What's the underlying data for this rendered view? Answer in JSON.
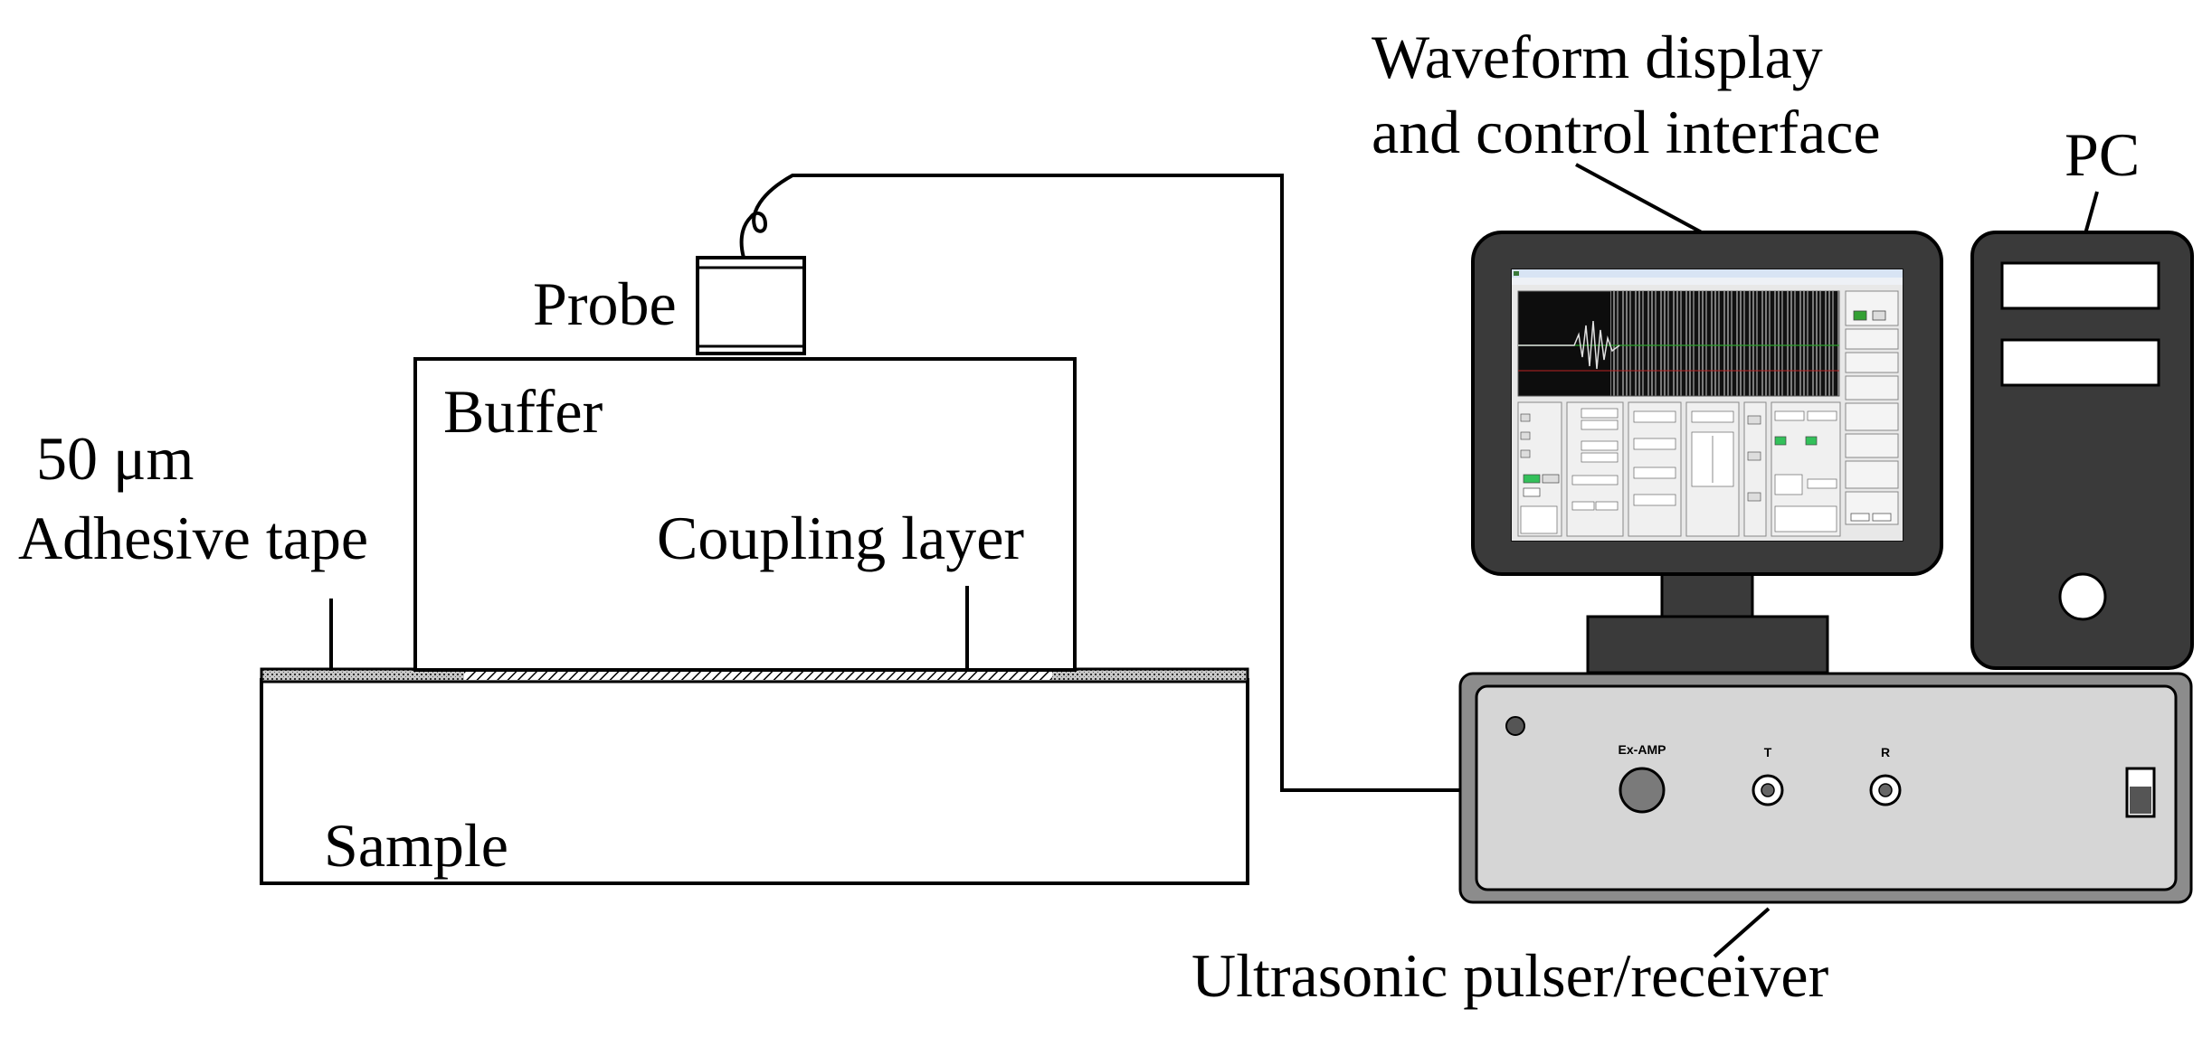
{
  "labels": {
    "waveform_line1": "Waveform display",
    "waveform_line2": "and control interface",
    "pc": "PC",
    "probe": "Probe",
    "buffer": "Buffer",
    "tape_line1": "50 μm",
    "tape_line2": "Adhesive tape",
    "coupling": "Coupling layer",
    "sample": "Sample",
    "pulser": "Ultrasonic pulser/receiver"
  },
  "pulser_panel": {
    "ex_amp": "Ex-AMP",
    "t": "T",
    "r": "R"
  }
}
